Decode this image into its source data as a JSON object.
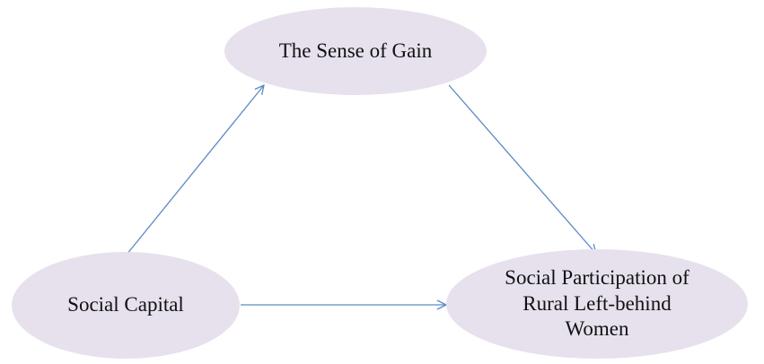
{
  "diagram": {
    "nodes": {
      "gain": {
        "label": "The Sense of Gain"
      },
      "capital": {
        "label": "Social Capital"
      },
      "participation": {
        "label": "Social Participation of\nRural Left-behind\nWomen"
      }
    },
    "edges": [
      {
        "from": "capital",
        "to": "gain"
      },
      {
        "from": "gain",
        "to": "participation"
      },
      {
        "from": "capital",
        "to": "participation"
      }
    ]
  },
  "colors": {
    "node_fill": "#e7e1ed",
    "arrow": "#5b8ac4"
  }
}
